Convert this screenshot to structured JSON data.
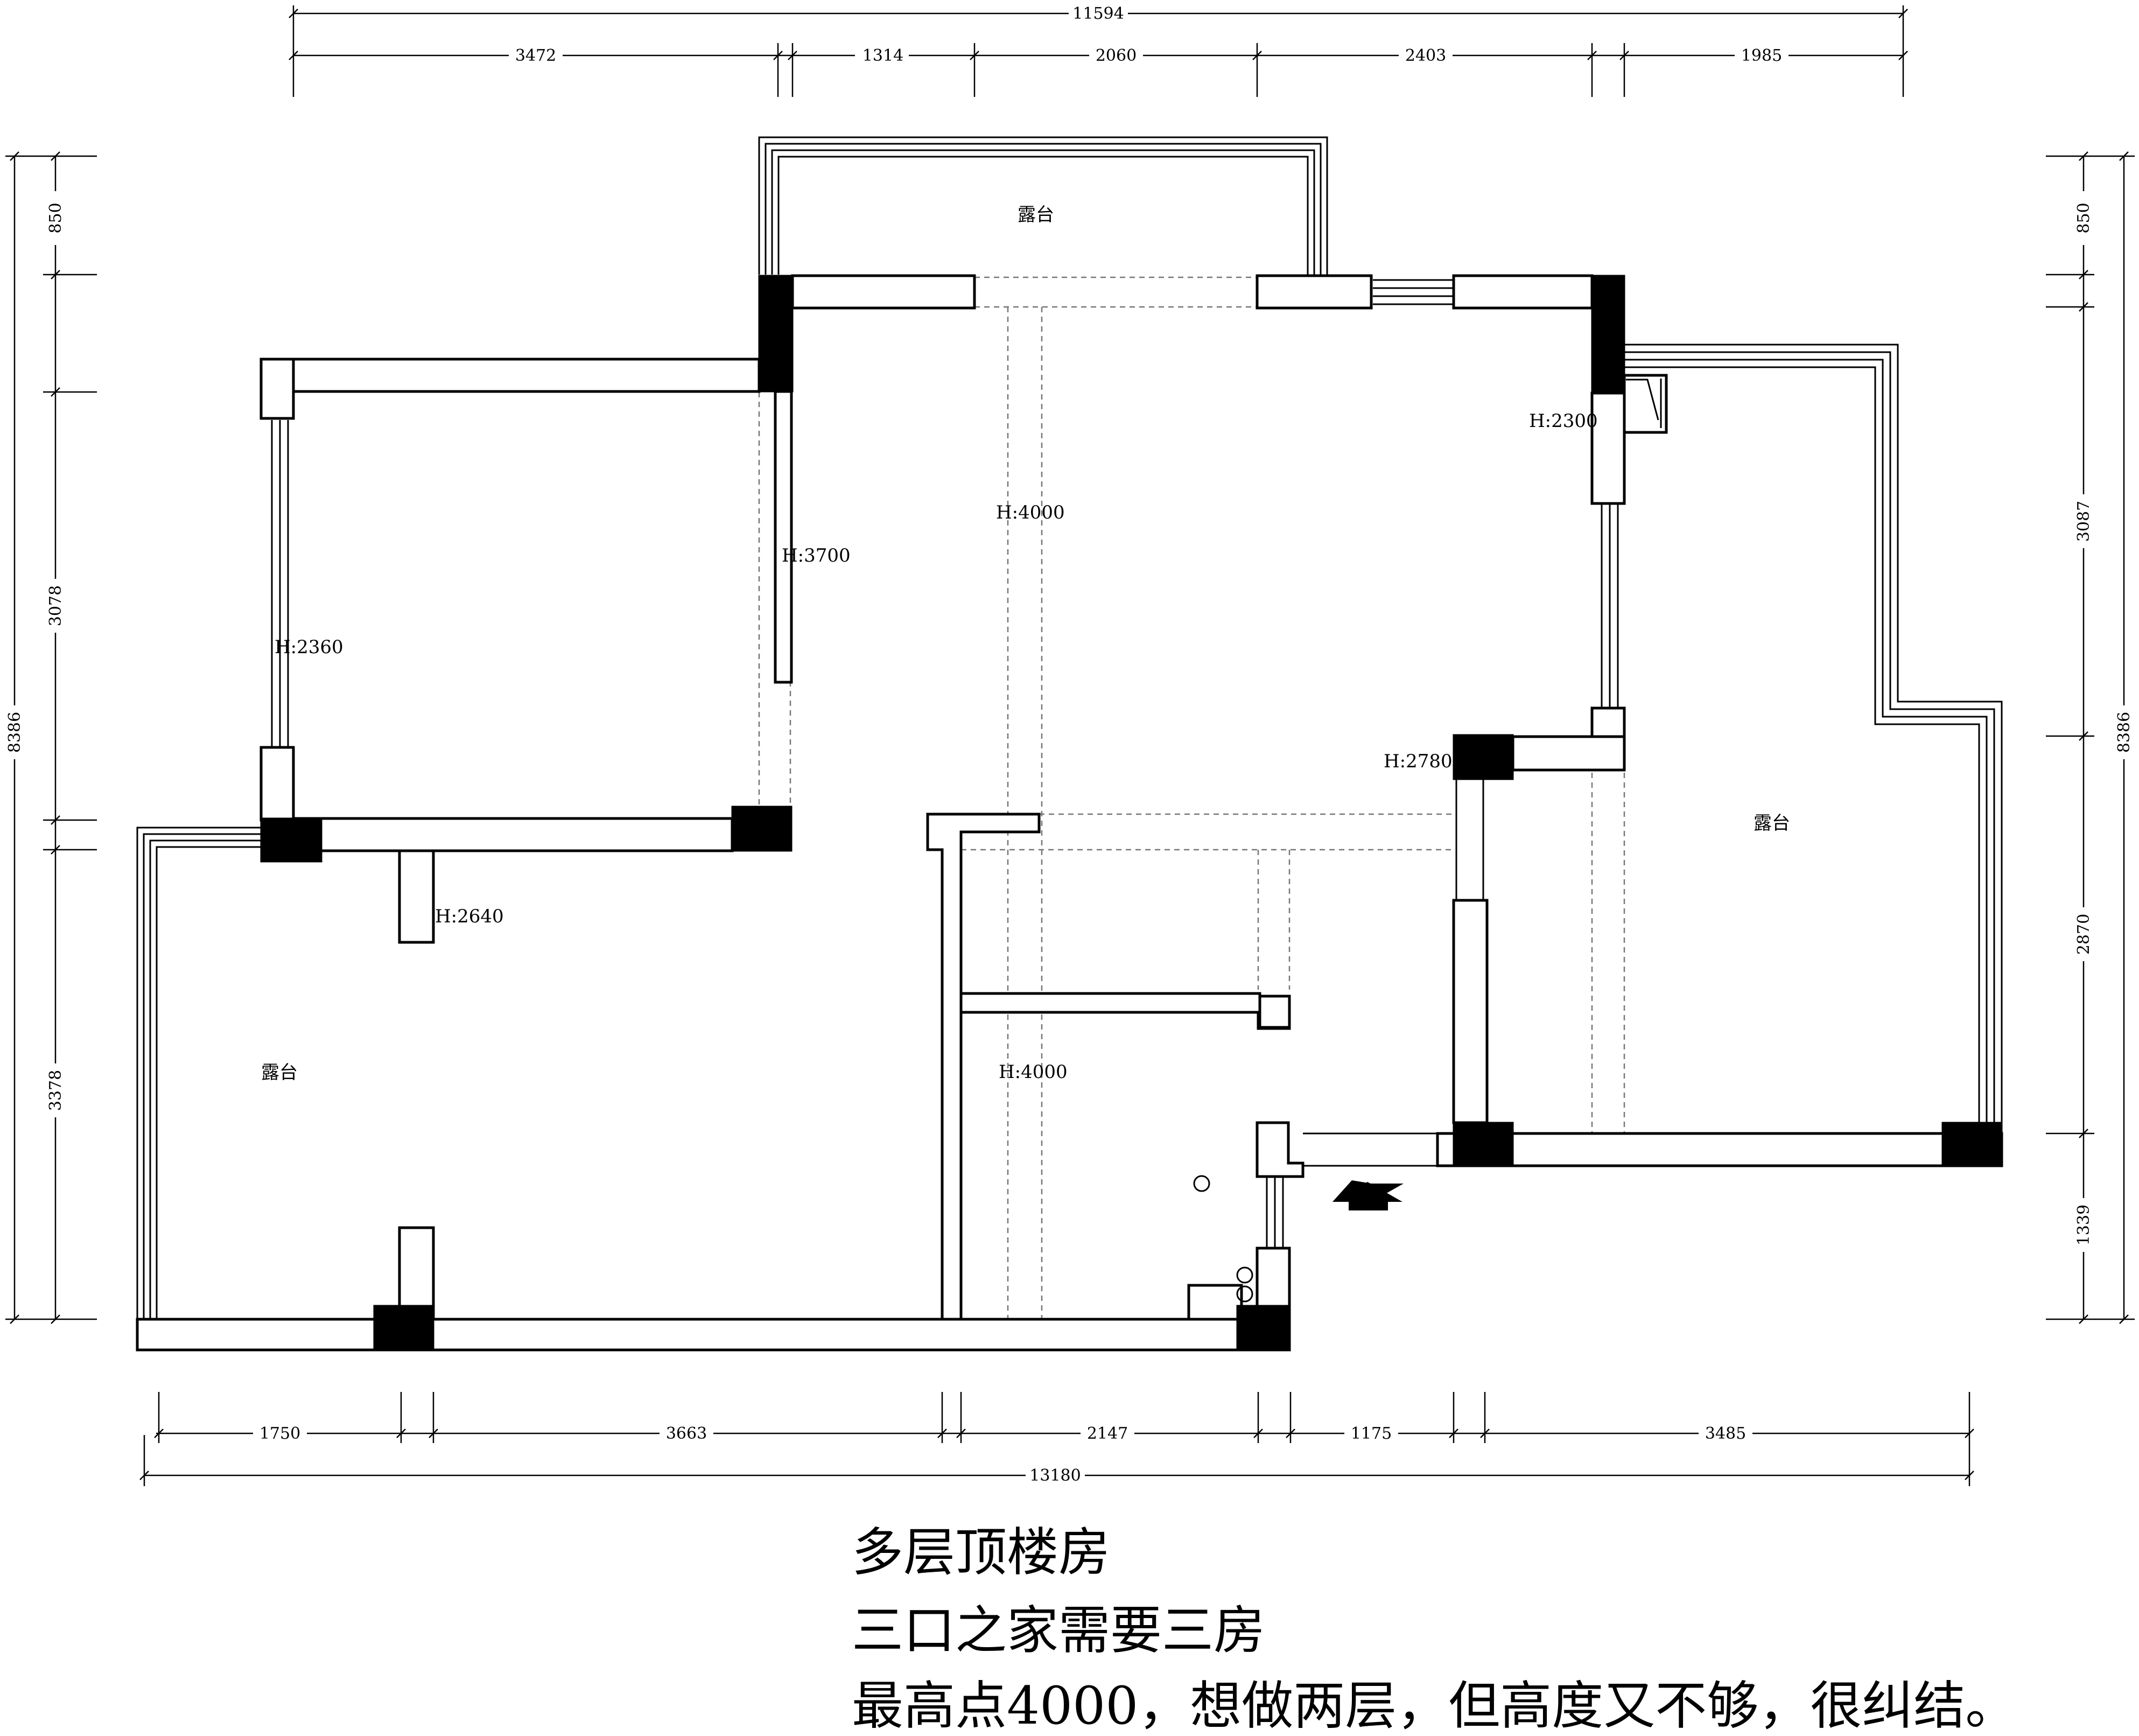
{
  "dimensions": {
    "top_total": "11594",
    "top_segments": [
      "3472",
      "1314",
      "2060",
      "2403",
      "1985"
    ],
    "bottom_total": "13180",
    "bottom_segments": [
      "1750",
      "3663",
      "2147",
      "1175",
      "3485"
    ],
    "left_total": "8386",
    "left_segments": [
      "850",
      "3078",
      "3378"
    ],
    "right_total": "8386",
    "right_segments": [
      "850",
      "3087",
      "2870",
      "1339"
    ]
  },
  "room_labels": {
    "terrace_top": "露台",
    "terrace_left": "露台",
    "terrace_right": "露台",
    "h_4000_upper": "H:4000",
    "h_4000_lower": "H:4000",
    "h_3700": "H:3700",
    "h_2360": "H:2360",
    "h_2640": "H:2640",
    "h_2300": "H:2300",
    "h_2780": "H:2780"
  },
  "notes": {
    "line1": "多层顶楼房",
    "line2": "三口之家需要三房",
    "line3": "最高点4000，想做两层，但高度又不够，很纠结。"
  },
  "colors": {
    "ink": "#000000",
    "paper": "#ffffff",
    "guide": "#777777"
  }
}
